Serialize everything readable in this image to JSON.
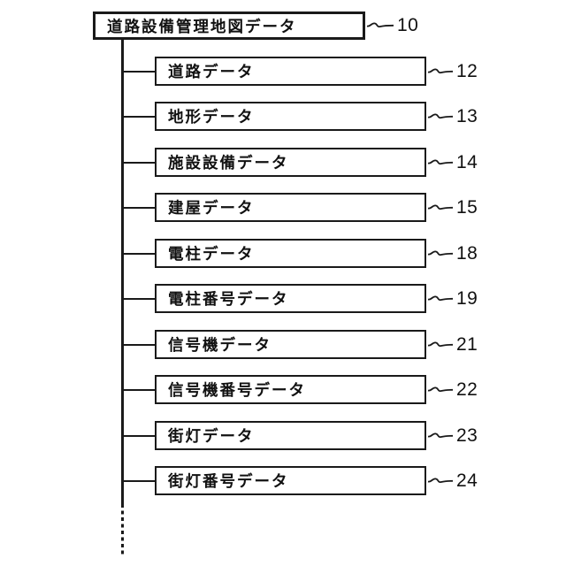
{
  "diagram": {
    "type": "tree",
    "root": {
      "label": "道路設備管理地図データ",
      "ref": "10"
    },
    "children": [
      {
        "label": "道路データ",
        "ref": "12"
      },
      {
        "label": "地形データ",
        "ref": "13"
      },
      {
        "label": "施設設備データ",
        "ref": "14"
      },
      {
        "label": "建屋データ",
        "ref": "15"
      },
      {
        "label": "電柱データ",
        "ref": "18"
      },
      {
        "label": "電柱番号データ",
        "ref": "19"
      },
      {
        "label": "信号機データ",
        "ref": "21"
      },
      {
        "label": "信号機番号データ",
        "ref": "22"
      },
      {
        "label": "街灯データ",
        "ref": "23"
      },
      {
        "label": "街灯番号データ",
        "ref": "24"
      }
    ],
    "colors": {
      "line": "#1a1a1a",
      "background": "#ffffff",
      "text": "#111111"
    },
    "notes": {
      "trunk_continuation": "dashed line indicating more items omitted"
    }
  }
}
